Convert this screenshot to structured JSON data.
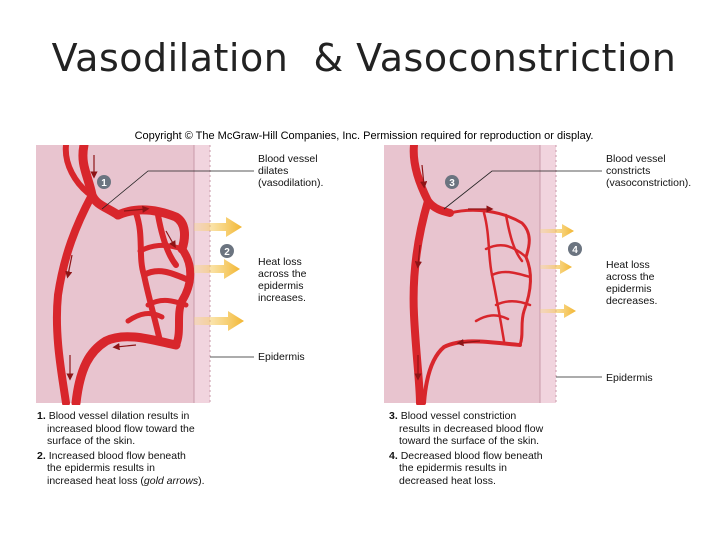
{
  "slide": {
    "title": "Vasodilation  & Vasoconstriction",
    "copyright": "Copyright © The McGraw-Hill Companies, Inc. Permission required for reproduction or display."
  },
  "left_panel": {
    "callout_1": "1",
    "callout_2": "2",
    "vessel_label": [
      "Blood vessel",
      "dilates",
      "(vasodilation)."
    ],
    "heat_label": [
      "Heat loss",
      "across the",
      "epidermis",
      "increases."
    ],
    "epidermis_label": "Epidermis",
    "captions": [
      {
        "num": "1.",
        "lines": [
          "Blood vessel dilation results in",
          "increased blood flow toward the",
          "surface of the skin."
        ]
      },
      {
        "num": "2.",
        "lines": [
          "Increased blood flow beneath",
          "the epidermis results in",
          "increased heat loss (",
          "gold arrows",
          ")."
        ]
      }
    ]
  },
  "right_panel": {
    "callout_3": "3",
    "callout_4": "4",
    "vessel_label": [
      "Blood vessel",
      "constricts",
      "(vasoconstriction)."
    ],
    "heat_label": [
      "Heat loss",
      "across the",
      "epidermis",
      "decreases."
    ],
    "epidermis_label": "Epidermis",
    "captions": [
      {
        "num": "3.",
        "lines": [
          "Blood vessel constriction",
          "results in decreased blood flow",
          "toward the surface of the skin."
        ]
      },
      {
        "num": "4.",
        "lines": [
          "Decreased blood flow beneath",
          "the epidermis results in",
          "decreased heat loss."
        ]
      }
    ]
  },
  "colors": {
    "tissue": "#e8c4cf",
    "epidermis": "#f0d2dc",
    "vessel": "#d8262c",
    "vessel_dark": "#8e1416",
    "arrow_gold": "#f2b632",
    "callout": "#6b7480"
  }
}
